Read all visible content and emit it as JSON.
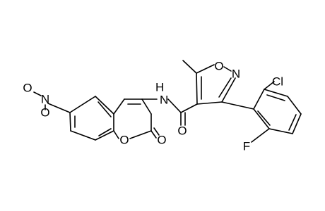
{
  "molecule": {
    "atoms": {
      "nitro_o_top": "O",
      "nitro_n": "N",
      "nitro_o_bottom": "O",
      "amide_n": "N",
      "amide_h": "H",
      "amide_o": "O",
      "ring_o": "O",
      "lactone_o": "O",
      "isoxazole_o": "O",
      "isoxazole_n": "N",
      "chloro": "Cl",
      "fluoro": "F"
    }
  }
}
